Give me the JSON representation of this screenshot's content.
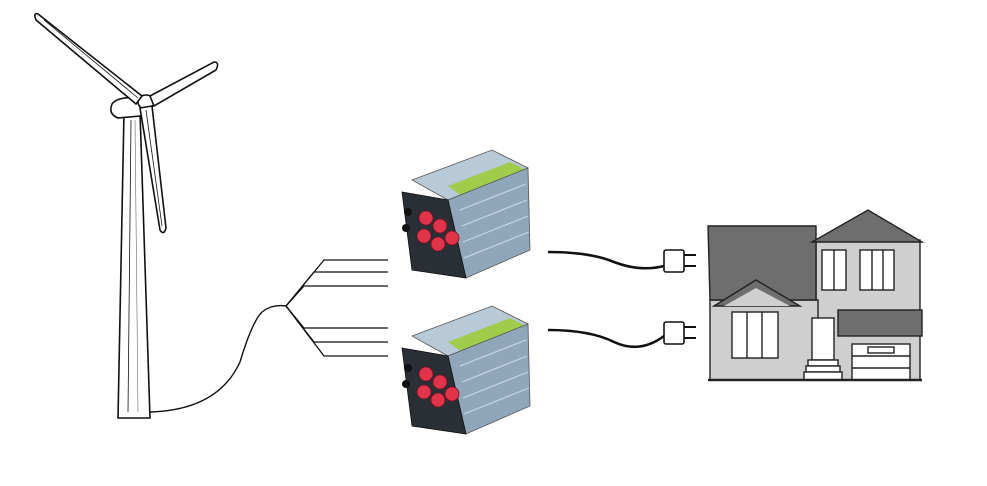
{
  "diagram": {
    "components": [
      {
        "id": "wind-turbine",
        "icon": "wind-turbine-icon"
      },
      {
        "id": "inverter-top",
        "icon": "grid-tie-inverter-icon",
        "label_text": "",
        "body_color": "#9fb4c8",
        "band_color": "#9ccc3c",
        "terminal_color": "#e0344a"
      },
      {
        "id": "inverter-bottom",
        "icon": "grid-tie-inverter-icon",
        "label_text": "",
        "body_color": "#9fb4c8",
        "band_color": "#9ccc3c",
        "terminal_color": "#e0344a"
      },
      {
        "id": "plug-top",
        "icon": "power-plug-icon"
      },
      {
        "id": "plug-bottom",
        "icon": "power-plug-icon"
      },
      {
        "id": "house",
        "icon": "house-icon",
        "roof_color": "#6e6e6e",
        "wall_color": "#cfcfcf"
      }
    ],
    "colors": {
      "background": "#ffffff",
      "line": "#111111"
    }
  }
}
